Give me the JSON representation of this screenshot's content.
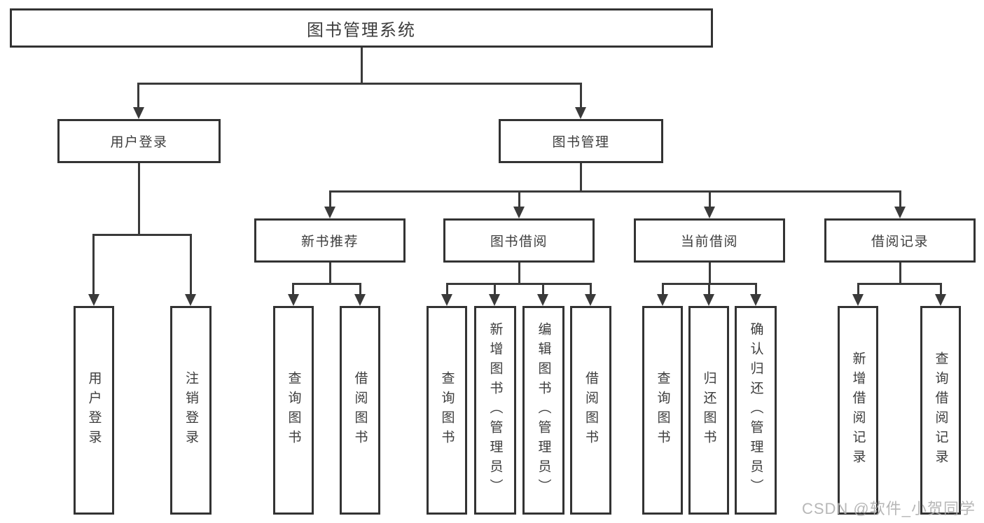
{
  "diagram_title": "图书管理系统",
  "tree": {
    "root": {
      "label": "图书管理系统"
    },
    "children": [
      {
        "label": "用户登录",
        "children": [
          {
            "label": "用户登录"
          },
          {
            "label": "注销登录"
          }
        ]
      },
      {
        "label": "图书管理",
        "children": [
          {
            "label": "新书推荐",
            "children": [
              {
                "label": "查询图书"
              },
              {
                "label": "借阅图书"
              }
            ]
          },
          {
            "label": "图书借阅",
            "children": [
              {
                "label": "查询图书"
              },
              {
                "label": "新增图书（管理员）"
              },
              {
                "label": "编辑图书（管理员）"
              },
              {
                "label": "借阅图书"
              }
            ]
          },
          {
            "label": "当前借阅",
            "children": [
              {
                "label": "查询图书"
              },
              {
                "label": "归还图书"
              },
              {
                "label": "确认归还（管理员）"
              }
            ]
          },
          {
            "label": "借阅记录",
            "children": [
              {
                "label": "新增借阅记录"
              },
              {
                "label": "查询借阅记录"
              }
            ]
          }
        ]
      }
    ]
  },
  "watermark": "CSDN @软件_小贺同学",
  "colors": {
    "background": "#ffffff",
    "box_border": "#333333",
    "connector_line": "#3a3a3a",
    "text": "#3d3d3d",
    "watermark_text": "#afafaf"
  }
}
